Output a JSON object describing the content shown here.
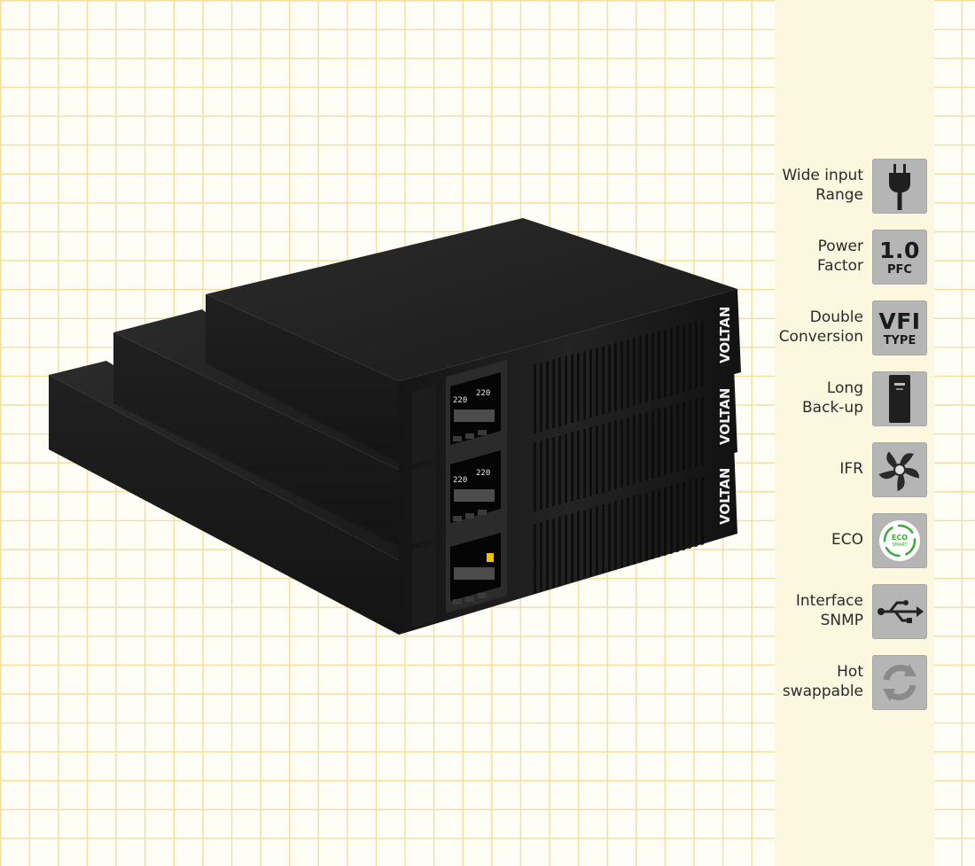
{
  "product": {
    "brand": "VOLTAN",
    "display_reading": "220"
  },
  "features": [
    {
      "line1": "Wide input",
      "line2": "Range",
      "icon": "plug-icon"
    },
    {
      "line1": "Power",
      "line2": "Factor",
      "icon": "pfc-icon",
      "icon_big": "1.0",
      "icon_small": "PFC"
    },
    {
      "line1": "Double",
      "line2": "Conversion",
      "icon": "vfi-icon",
      "icon_big": "VFI",
      "icon_small": "TYPE"
    },
    {
      "line1": "Long",
      "line2": "Back-up",
      "icon": "battery-cabinet-icon"
    },
    {
      "line1": "IFR",
      "line2": "",
      "icon": "fan-icon"
    },
    {
      "line1": "ECO",
      "line2": "",
      "icon": "eco-smart-icon",
      "icon_big": "ECO",
      "icon_small": "SMART"
    },
    {
      "line1": "Interface",
      "line2": "SNMP",
      "icon": "usb-icon"
    },
    {
      "line1": "Hot",
      "line2": "swappable",
      "icon": "hot-swap-icon"
    }
  ],
  "colors": {
    "grid_line": "#f4dfa0",
    "panel_bg": "#fbf8df",
    "icon_bg": "#b5b5b5",
    "unit_body": "#1e1e1e",
    "brand_accent": "#f2c200"
  }
}
